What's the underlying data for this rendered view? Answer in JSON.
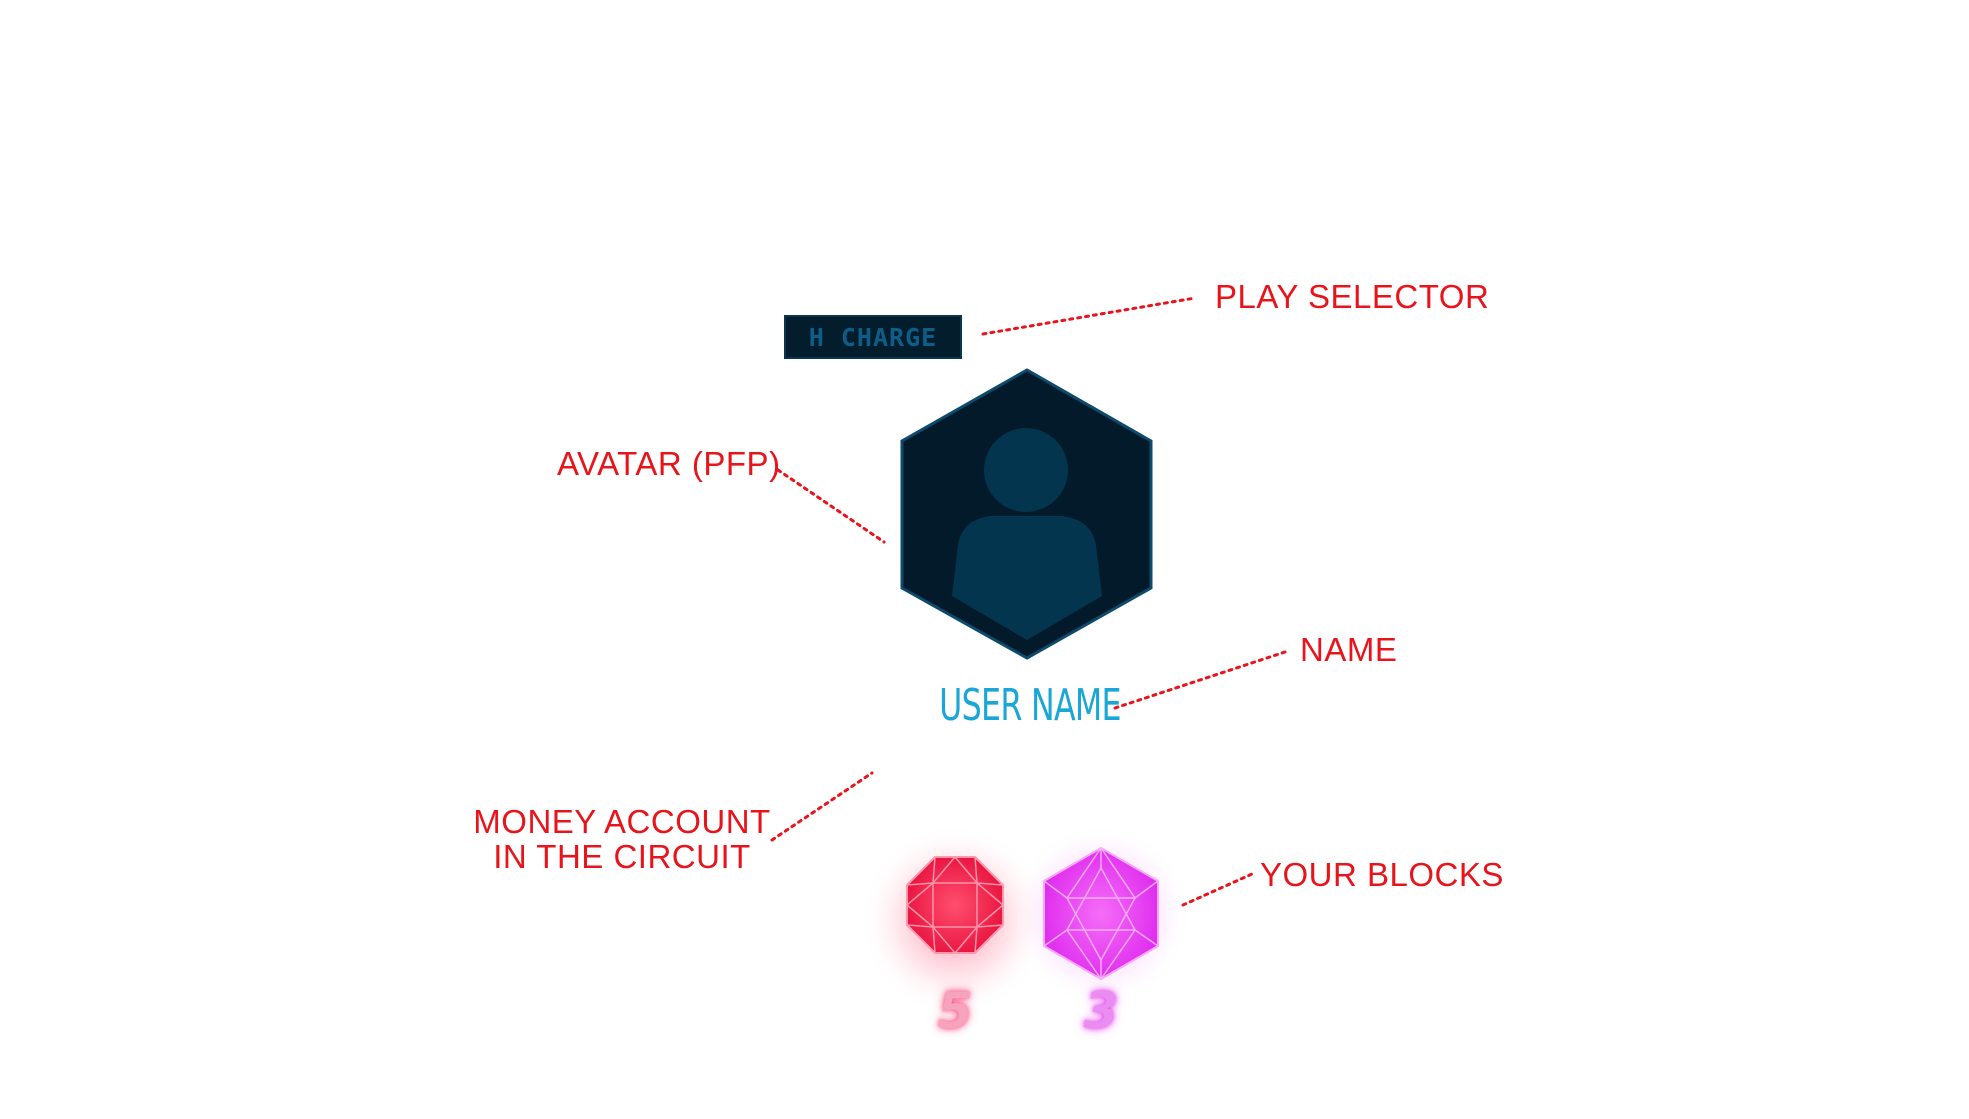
{
  "callouts": {
    "play_selector": "PLAY SELECTOR",
    "avatar": "AVATAR (PFP)",
    "name": "NAME",
    "money_line1": "MONEY ACCOUNT",
    "money_line2": "IN THE CIRCUIT",
    "blocks": "YOUR BLOCKS"
  },
  "play_selector": {
    "label": "H CHARGE"
  },
  "profile": {
    "user_name": "USER NAME"
  },
  "blocks": [
    {
      "gem": "red-octagon-gem-icon",
      "count": "5",
      "color": "#ff2a55"
    },
    {
      "gem": "magenta-hexagon-gem-icon",
      "count": "3",
      "color": "#ee3cf5"
    }
  ],
  "colors": {
    "callout": "#e8141c",
    "avatar_bg": "#021a29",
    "avatar_border": "#0d4a6b",
    "avatar_figure": "#04354f",
    "user_name": "#1aa6d6"
  }
}
